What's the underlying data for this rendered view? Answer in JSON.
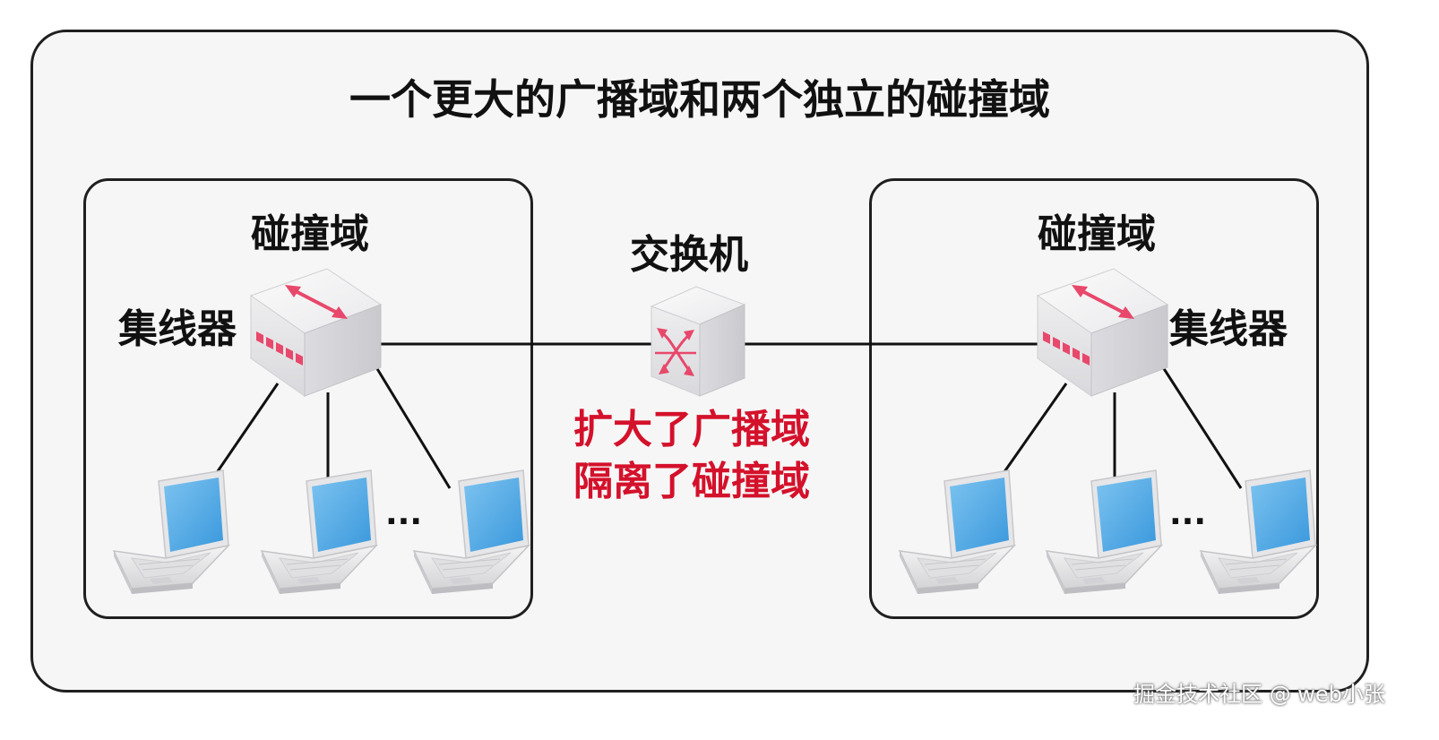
{
  "title": "一个更大的广播域和两个独立的碰撞域",
  "left_domain": {
    "label": "碰撞域",
    "hub_label": "集线器",
    "ellipsis": "···"
  },
  "right_domain": {
    "label": "碰撞域",
    "hub_label": "集线器",
    "ellipsis": "···"
  },
  "switch": {
    "label": "交换机",
    "note_line1": "扩大了广播域",
    "note_line2": "隔离了碰撞域"
  },
  "watermark": "掘金技术社区 @ web小张",
  "colors": {
    "accent_red": "#d4112b",
    "device_pink": "#e8486b",
    "screen_blue": "#4aa9e6"
  },
  "icons": [
    "hub-icon",
    "switch-icon",
    "laptop-icon"
  ]
}
